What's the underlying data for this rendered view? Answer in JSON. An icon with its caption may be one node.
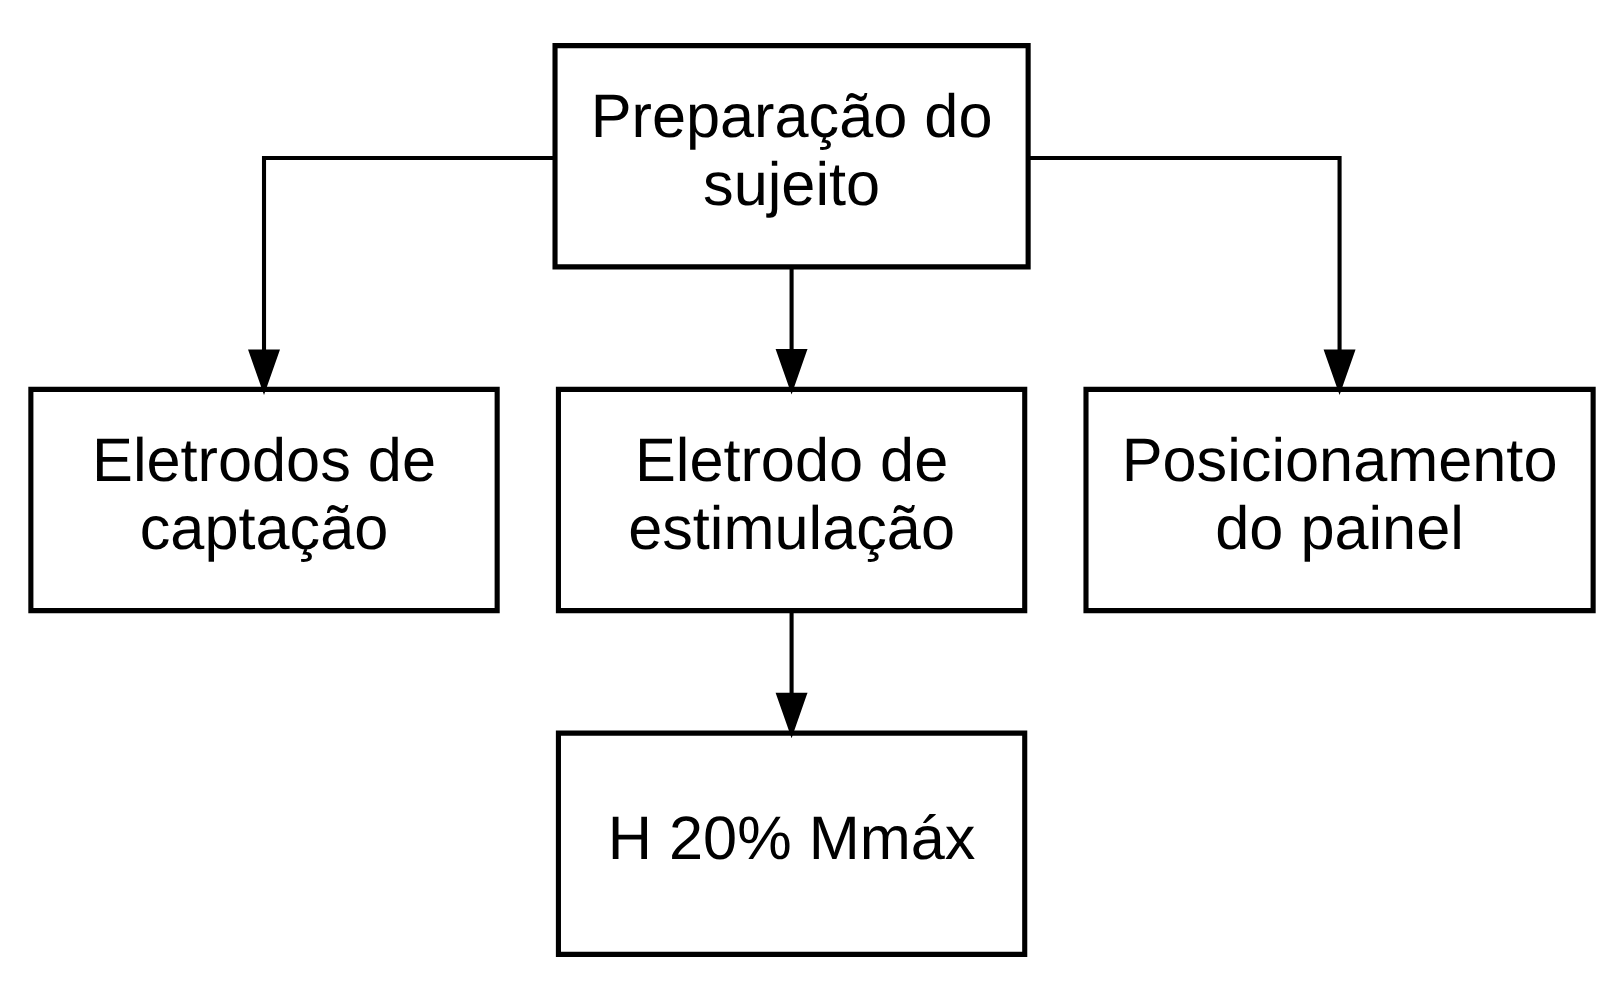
{
  "diagram": {
    "nodes": [
      {
        "text": [
          "Preparação do sujeito"
        ]
      },
      {
        "text": [
          "Eletrodos de captação"
        ]
      },
      {
        "text": [
          "Eletrodo de estimulação"
        ]
      },
      {
        "text": [
          "Posicionamento do painel"
        ]
      },
      {
        "text": [
          "H 20% Mmáx"
        ]
      }
    ],
    "edges": [
      {
        "from": 0,
        "to": 1,
        "arrow": "to"
      },
      {
        "from": 0,
        "to": 2,
        "arrow": "to"
      },
      {
        "from": 0,
        "to": 3,
        "arrow": "to"
      },
      {
        "from": 2,
        "to": 4,
        "arrow": "to"
      }
    ]
  }
}
